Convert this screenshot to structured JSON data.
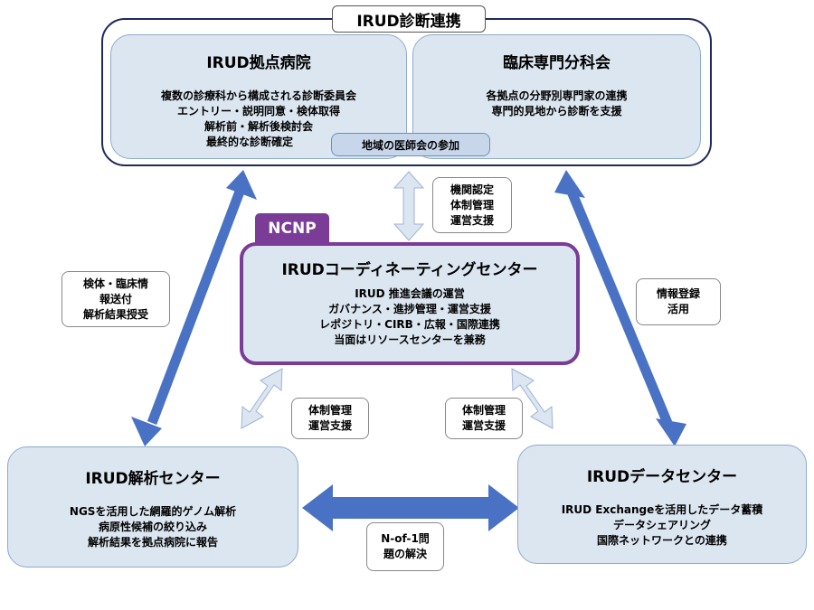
{
  "collab_title": "IRUD診断連携",
  "hospital": {
    "title": "IRUD拠点病院",
    "lines": [
      "複数の診療科から構成される診断委員会",
      "エントリー・説明同意・検体取得",
      "解析前・解析後検討会",
      "最終的な診断確定"
    ]
  },
  "specialty": {
    "title": "臨床専門分科会",
    "lines": [
      "各拠点の分野別専門家の連携",
      "専門的見地から診断を支援"
    ]
  },
  "local_med": "地域の医師会の参加",
  "ncnp_tag": "NCNP",
  "coord": {
    "title": "IRUDコーディネーティングセンター",
    "lines": [
      "IRUD 推進会議の運営",
      "ガバナンス・進捗管理・運営支援",
      "レポジトリ・CIRB・広報・国際連携",
      "当面はリソースセンターを兼務"
    ]
  },
  "analysis": {
    "title": "IRUD解析センター",
    "lines": [
      "NGSを活用した網羅的ゲノム解析",
      "病原性候補の絞り込み",
      "解析結果を拠点病院に報告"
    ]
  },
  "data_center": {
    "title": "IRUDデータセンター",
    "lines": [
      "IRUD Exchangeを活用したデータ蓄積",
      "データシェアリング",
      "国際ネットワークとの連携"
    ]
  },
  "notes": {
    "institution": [
      "機関認定",
      "体制管理",
      "運営支援"
    ],
    "specimen": [
      "検体・臨床情",
      "報送付",
      "解析結果授受"
    ],
    "registration": [
      "情報登録",
      "活用"
    ],
    "support_left": [
      "体制管理",
      "運営支援"
    ],
    "support_right": [
      "体制管理",
      "運営支援"
    ],
    "n_of_1": [
      "N-of-1問",
      "題の解決"
    ]
  },
  "colors": {
    "dark_arrow": "#4a72c4",
    "light_arrow": "#c9d7ee",
    "purple": "#7a3c96",
    "box_fill": "#dce6f1"
  }
}
